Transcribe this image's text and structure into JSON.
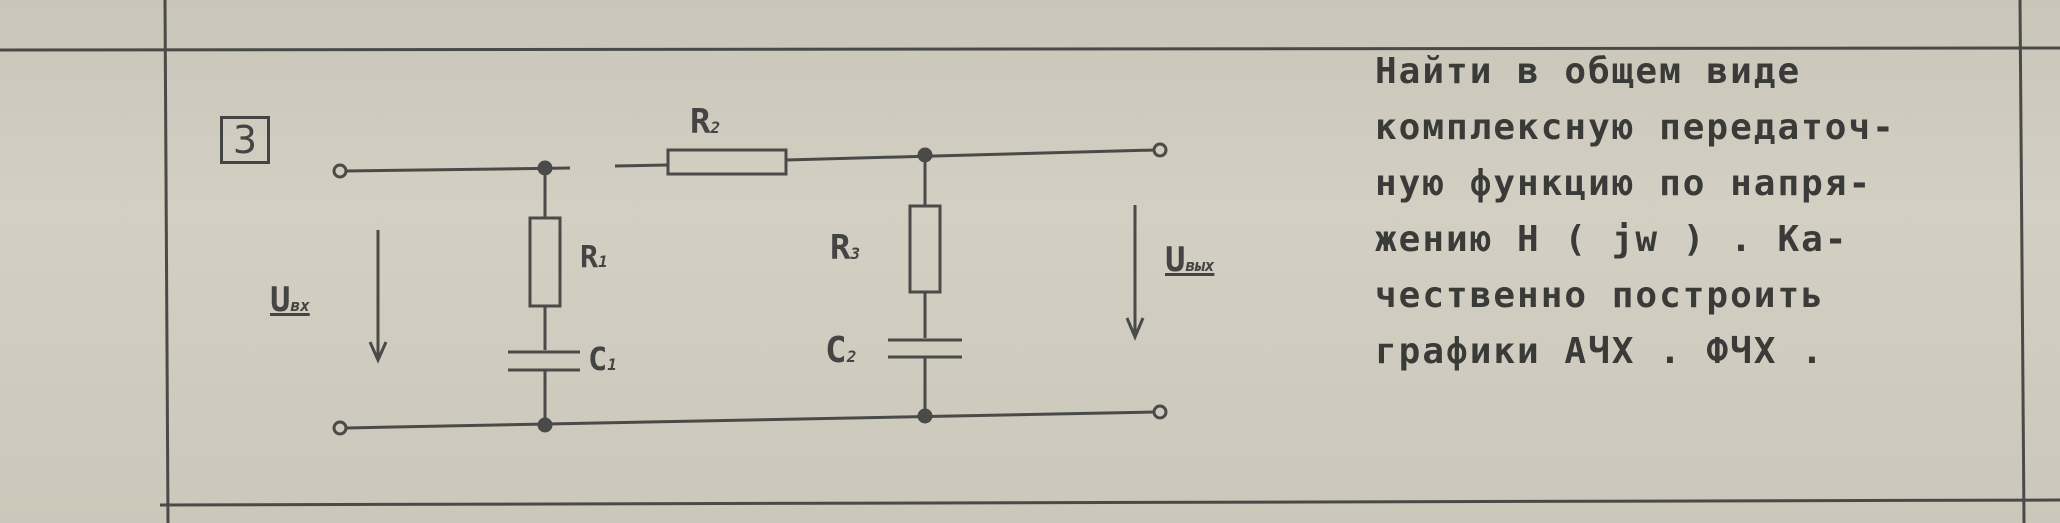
{
  "problem_number": "3",
  "circuit": {
    "labels": {
      "R1": "R",
      "R1_sub": "1",
      "R2": "R",
      "R2_sub": "2",
      "R3": "R",
      "R3_sub": "3",
      "C1": "C",
      "C1_sub": "1",
      "C2": "C",
      "C2_sub": "2",
      "u_in": "U",
      "u_in_sub": "вх",
      "u_out": "U",
      "u_out_sub": "вых"
    }
  },
  "task_text": [
    "Найти в общем виде",
    "комплексную передаточ-",
    "ную функцию по напря-",
    "жению H ( jw ) . Ка-",
    "чественно построить",
    "графики АЧХ . ФЧХ ."
  ]
}
